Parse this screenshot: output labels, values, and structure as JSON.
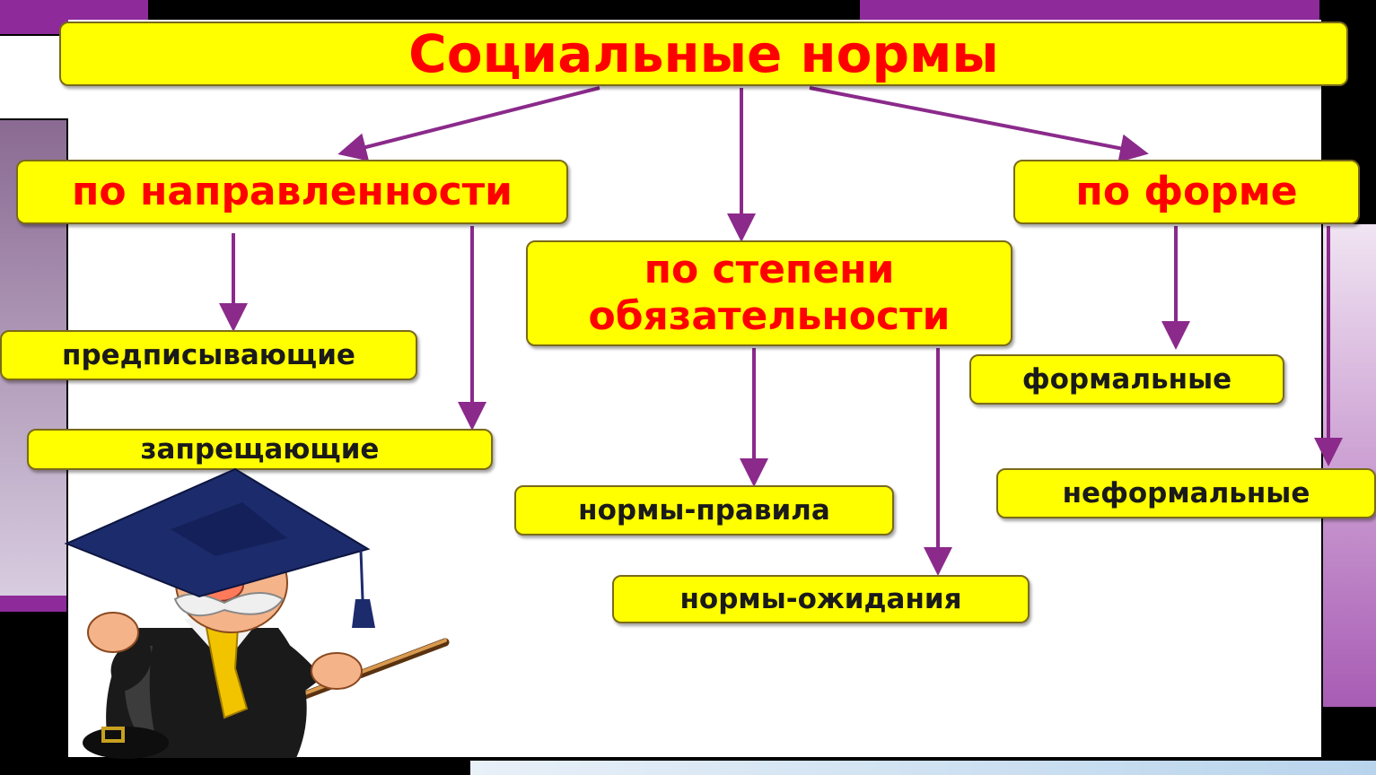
{
  "title": "Социальные нормы",
  "categories": {
    "direction": "по направленности",
    "obligation_line1": "по степени",
    "obligation_line2": "обязательности",
    "form": "по форме"
  },
  "items": {
    "prescribing": "предписывающие",
    "prohibiting": "запрещающие",
    "norms_rules": "нормы-правила",
    "norms_expectations": "нормы-ожидания",
    "formal": "формальные",
    "informal": "неформальные"
  },
  "colors": {
    "box_fill": "#ffff00",
    "heading_text": "#ff0000",
    "arrow": "#8b2a8b",
    "accent_purple": "#8e2a9a"
  },
  "icons": {
    "professor": "cartoon-professor-with-pointer"
  }
}
